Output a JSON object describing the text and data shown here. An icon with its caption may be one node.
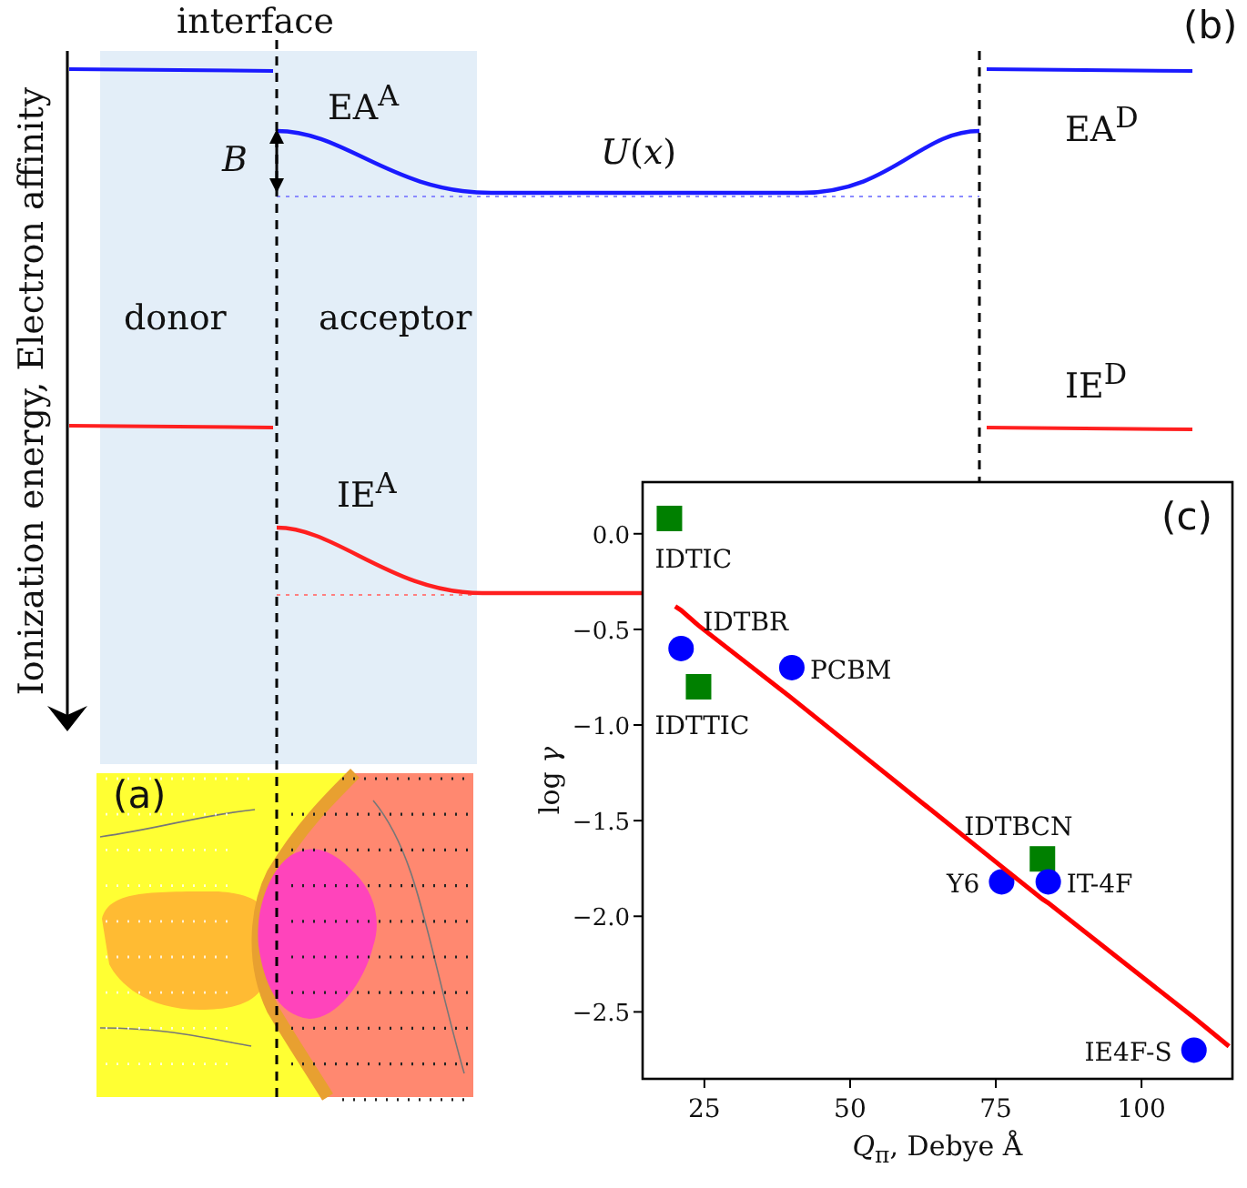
{
  "diagram": {
    "labels": [
      "interface",
      "(b)",
      "EA$^{A}$",
      "EA$^{D}$",
      "B",
      "*U*(*x*)",
      "donor",
      "acceptor",
      "IE$^{D}$",
      "IE$^{A}$",
      "Ionization energy, Electron affinity",
      "(c)",
      "(a)"
    ],
    "chart_data": {
      "type": "scatter",
      "xlabel": "*Q*$_{π}$, Debye Å",
      "ylabel": "log *γ*",
      "x": [
        19,
        20,
        21,
        24,
        40,
        76,
        83,
        84,
        109,
        115
      ],
      "series": [
        {
          "color": "#008000",
          "values": [
            0.08,
            null,
            null,
            -0.8,
            null,
            null,
            -1.7,
            null,
            null,
            null
          ]
        },
        {
          "color": "#0000ff",
          "values": [
            null,
            null,
            -0.6,
            null,
            -0.7,
            -1.82,
            null,
            -1.82,
            -2.7,
            null
          ]
        },
        {
          "color": "#ff0000",
          "type": "line",
          "values": [
            null,
            -0.38,
            -0.4,
            -0.48,
            -0.86,
            -1.74,
            -1.91,
            -1.93,
            -2.53,
            -2.68
          ]
        }
      ],
      "xlim": [
        14.4,
        115.6
      ],
      "ylim": [
        -2.85,
        0.27
      ],
      "xticks": [
        25,
        50,
        75,
        100
      ],
      "yticks": [
        {
          "value": 0,
          "label": "0.0"
        },
        {
          "value": -0.5,
          "label": "−0.5"
        },
        {
          "value": -1,
          "label": "−1.0"
        },
        {
          "value": -1.5,
          "label": "−1.5"
        },
        {
          "value": -2,
          "label": "−2.0"
        },
        {
          "value": -2.5,
          "label": "−2.5"
        }
      ],
      "annotations": [
        {
          "text": "IDTIC",
          "x": 19,
          "y": 0.08
        },
        {
          "text": "IDTBR",
          "x": 21,
          "y": -0.6
        },
        {
          "text": "PCBM",
          "x": 40,
          "y": -0.7
        },
        {
          "text": "IDTTIC",
          "x": 24,
          "y": -0.8
        },
        {
          "text": "IDTBCN",
          "x": 83,
          "y": -1.7
        },
        {
          "text": "Y6",
          "x": 76,
          "y": -1.82
        },
        {
          "text": "IT-4F",
          "x": 84,
          "y": -1.82
        },
        {
          "text": "IE4F-S",
          "x": 109,
          "y": -2.7
        }
      ]
    }
  }
}
